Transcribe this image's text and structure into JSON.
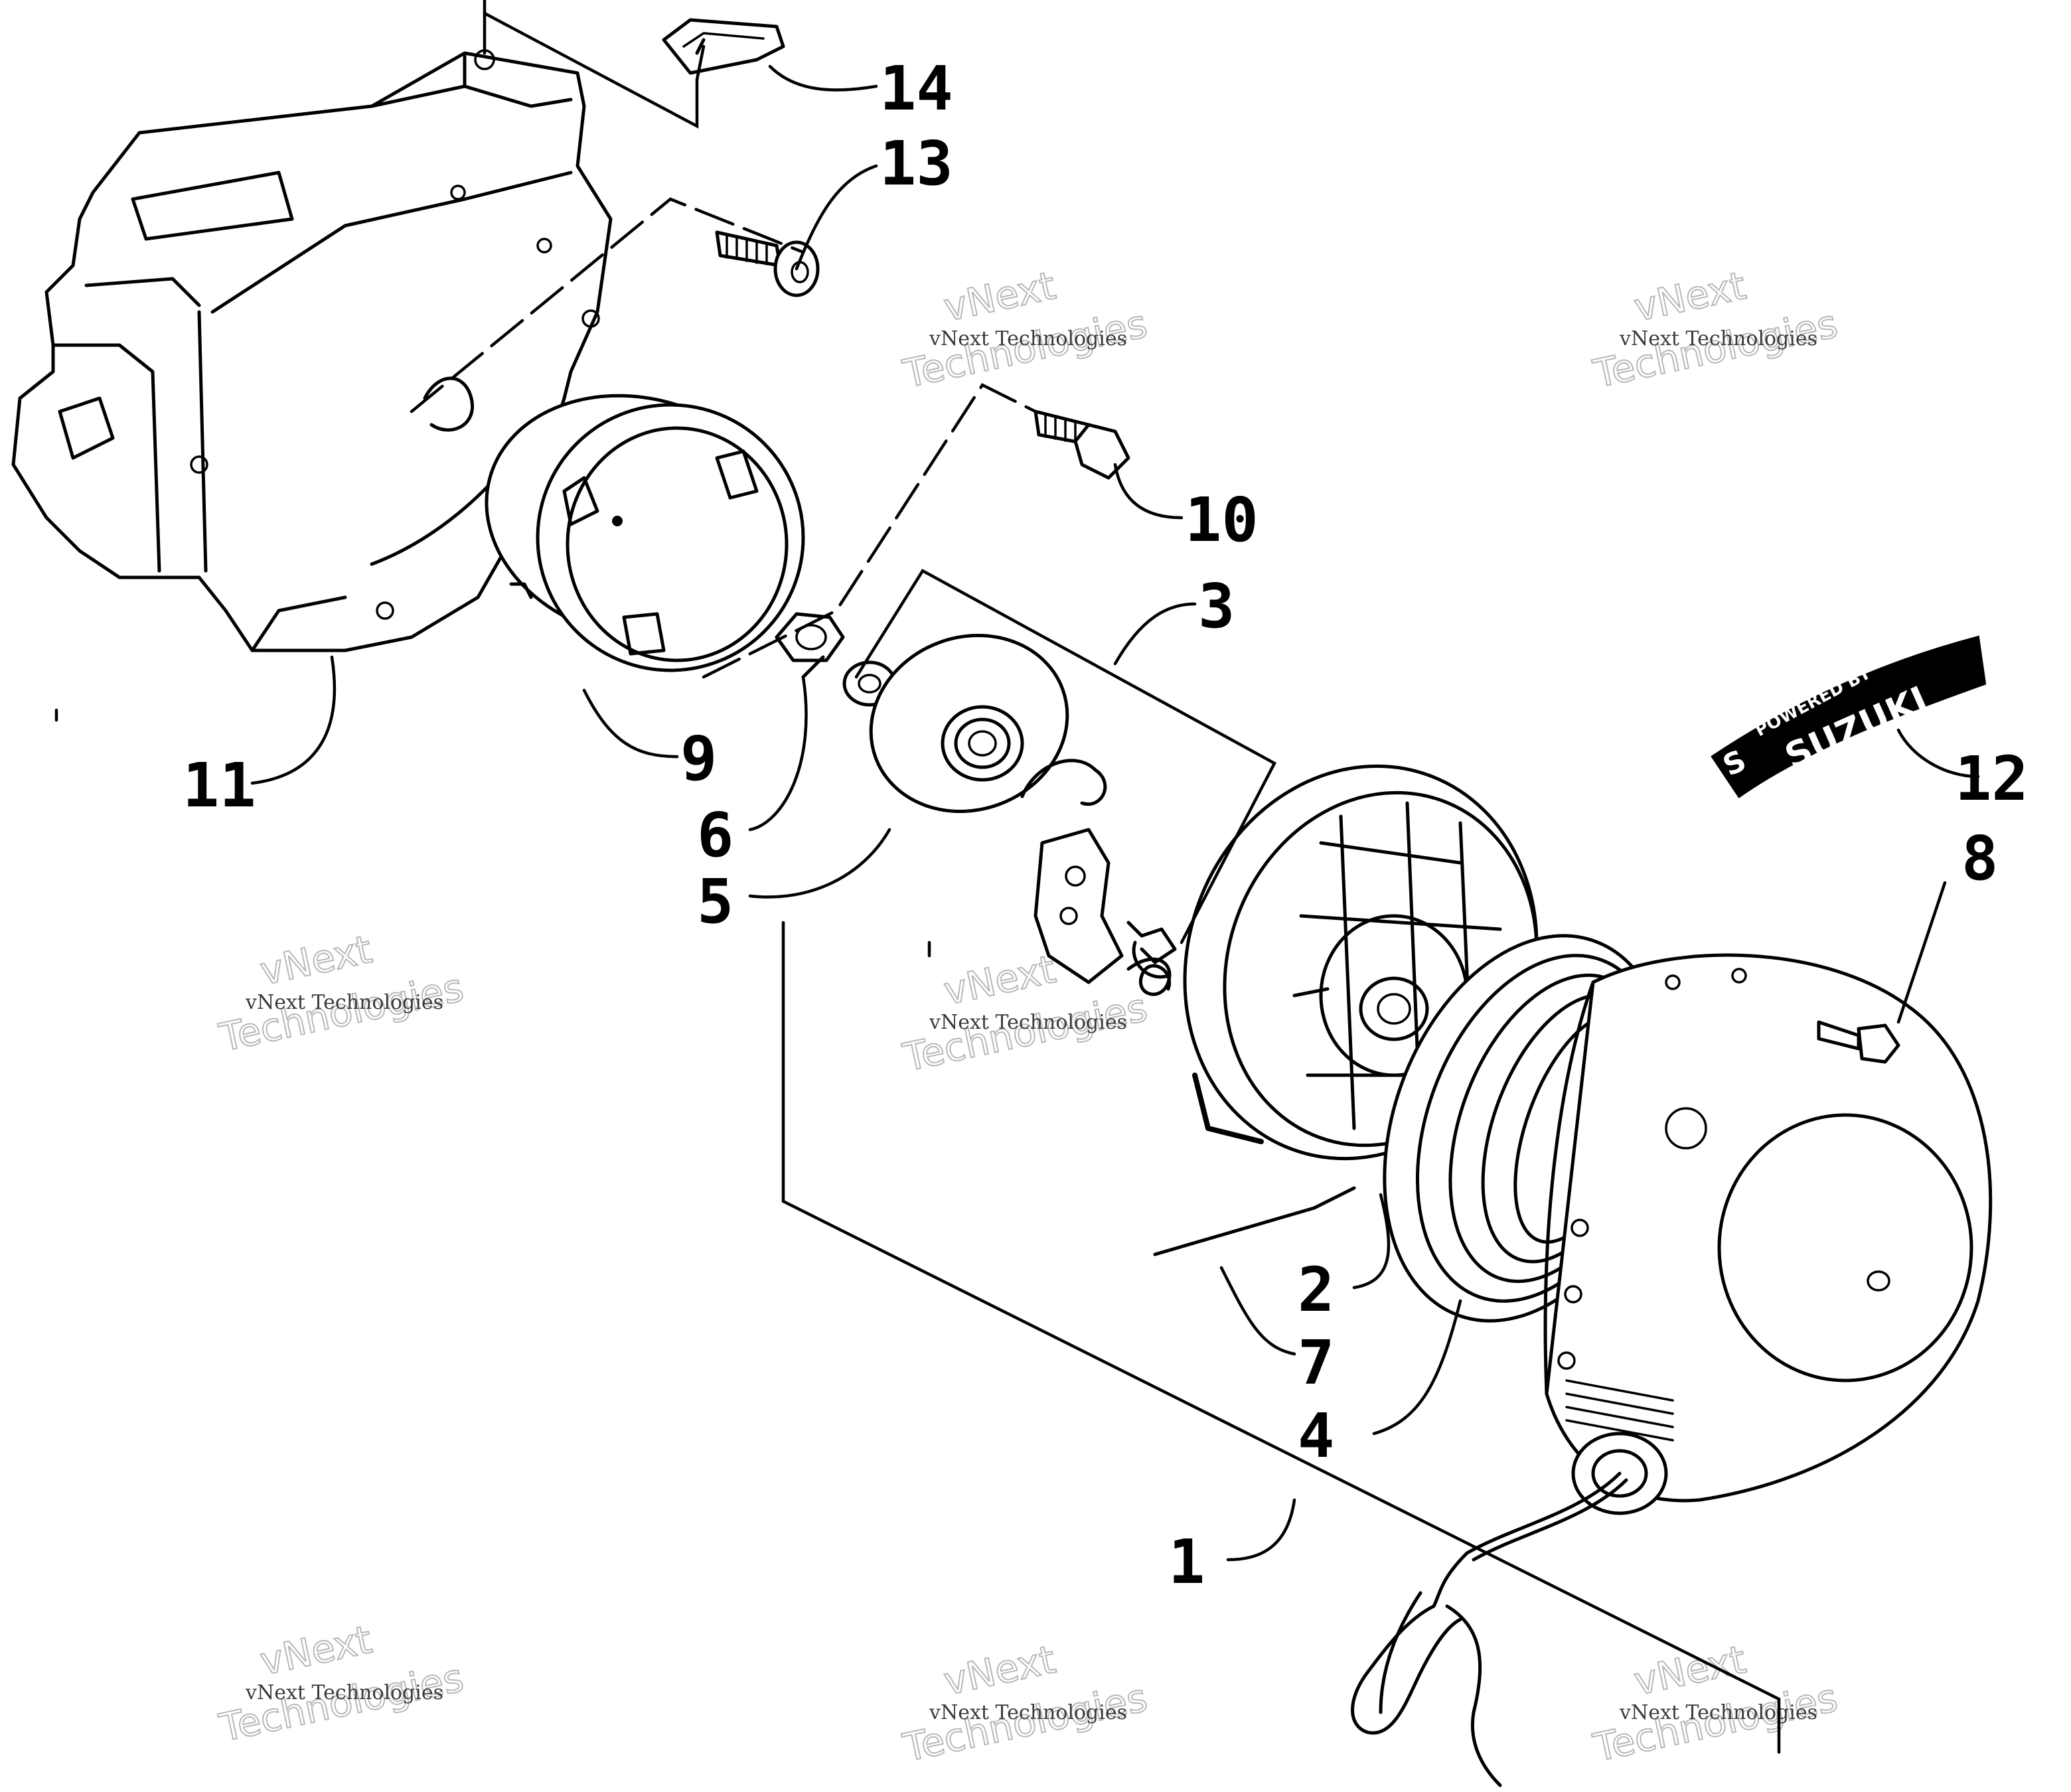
{
  "diagram": {
    "callouts": [
      {
        "id": "1",
        "part": "recoil-starter-assembly"
      },
      {
        "id": "2",
        "part": "pulley"
      },
      {
        "id": "3",
        "part": "ratchet-kit"
      },
      {
        "id": "4",
        "part": "recoil-spring"
      },
      {
        "id": "5",
        "part": "friction-plate"
      },
      {
        "id": "6",
        "part": "nut"
      },
      {
        "id": "7",
        "part": "starter-rope"
      },
      {
        "id": "8",
        "part": "bolt"
      },
      {
        "id": "9",
        "part": "starter-cup"
      },
      {
        "id": "10",
        "part": "cap-screw"
      },
      {
        "id": "11",
        "part": "recoil-housing"
      },
      {
        "id": "12",
        "part": "decal"
      },
      {
        "id": "13",
        "part": "cap-screw"
      },
      {
        "id": "14",
        "part": "clip"
      }
    ],
    "decal": {
      "line1": "POWERED BY",
      "line2": "SUZUKI",
      "logo": "S"
    }
  },
  "watermark": {
    "line1": "vNext Technologies",
    "line2": "vNext",
    "line3": "Technologies"
  }
}
